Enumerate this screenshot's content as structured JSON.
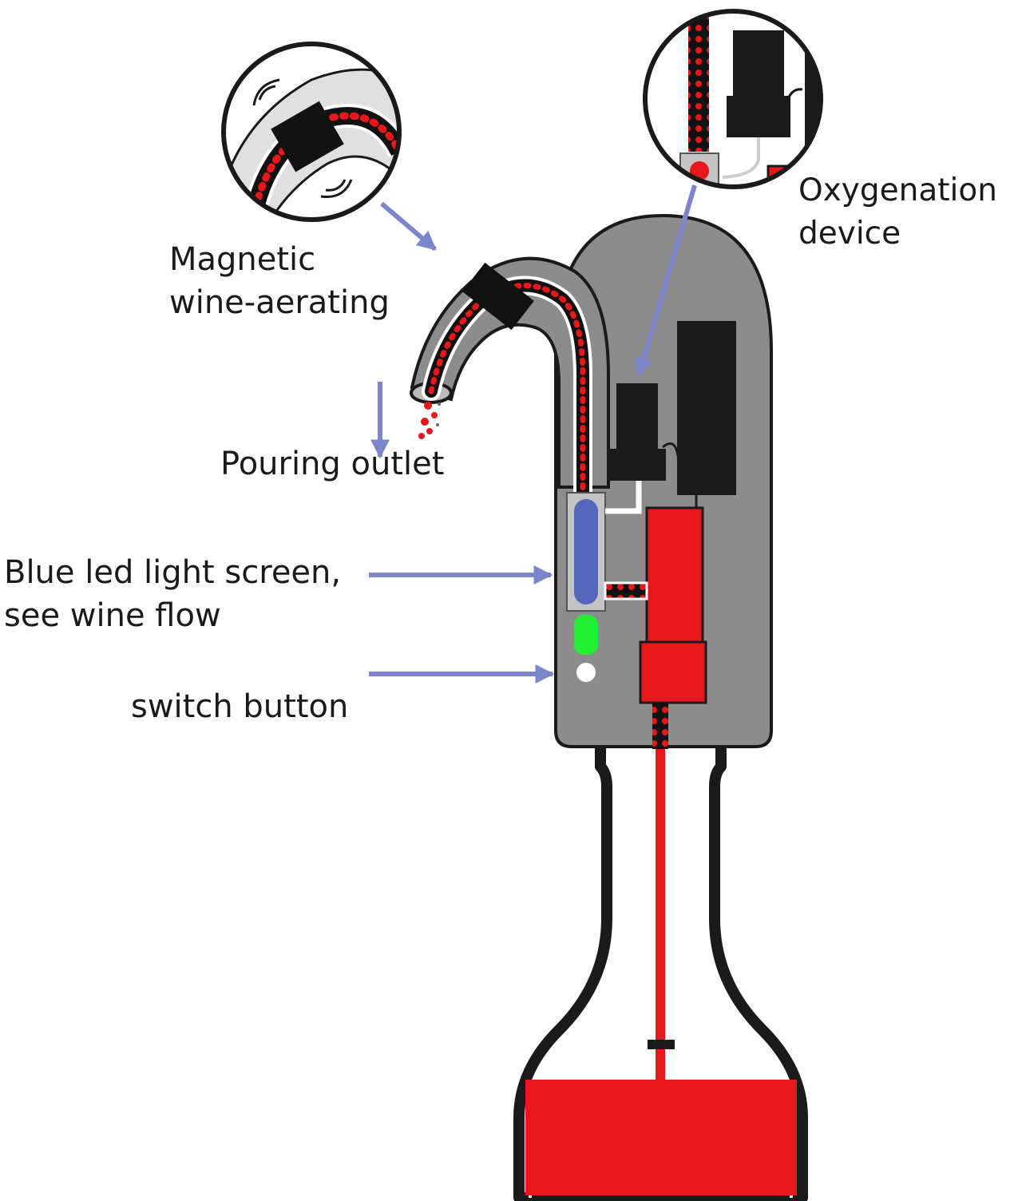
{
  "labels": {
    "magnetic": [
      "Magnetic",
      "wine-aerating"
    ],
    "oxygenation": [
      "Oxygenation",
      "device"
    ],
    "pouring": "Pouring outlet",
    "blue_led": [
      "Blue led light screen,",
      "see wine flow"
    ],
    "switch": "switch button"
  },
  "colors": {
    "wine": "#e8171c",
    "body": "#8c8c8c",
    "outline": "#1a1a1a",
    "arrow": "#7b86cc",
    "led_blue": "#5566bb",
    "led_green": "#22ee33",
    "switch": "#ffffff"
  }
}
